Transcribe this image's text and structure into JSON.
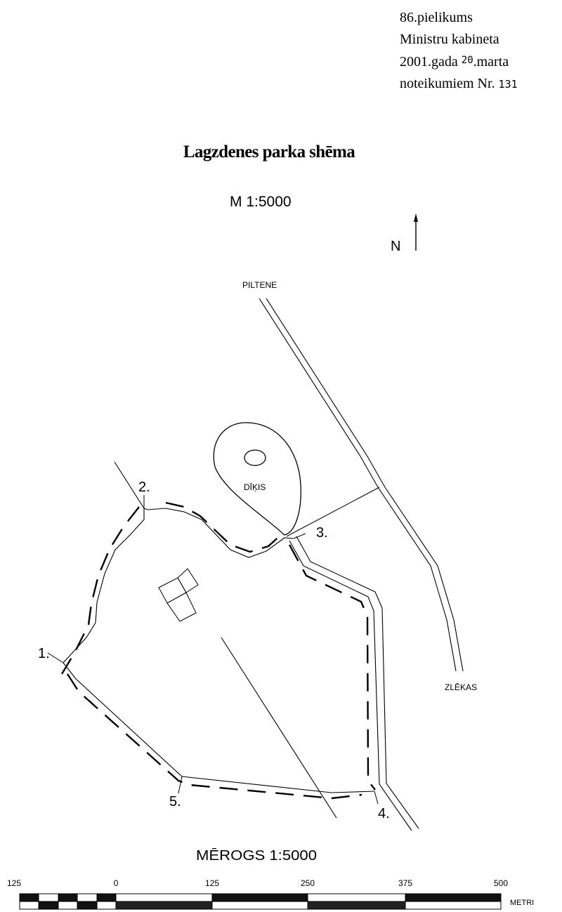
{
  "annex": {
    "line1": "86.pielikums",
    "line2": "Ministru kabineta",
    "line3_a": "2001.gada",
    "line3_day": "20",
    "line3_b": ".marta",
    "line4_a": "noteikumiem Nr.",
    "line4_num": "131"
  },
  "title": "Lagzdenes parka shēma",
  "scale_text": "M 1:5000",
  "north_label": "N",
  "map": {
    "road_labels": {
      "north": "PILTENE",
      "south": "ZLĒKAS"
    },
    "pond_label": "DĪĶIS",
    "points": [
      "1.",
      "2.",
      "3.",
      "4.",
      "5."
    ]
  },
  "scale_bar": {
    "title": "MĒROGS  1:5000",
    "ticks": [
      "125",
      "0",
      "125",
      "250",
      "375",
      "500"
    ],
    "unit": "METRI"
  }
}
